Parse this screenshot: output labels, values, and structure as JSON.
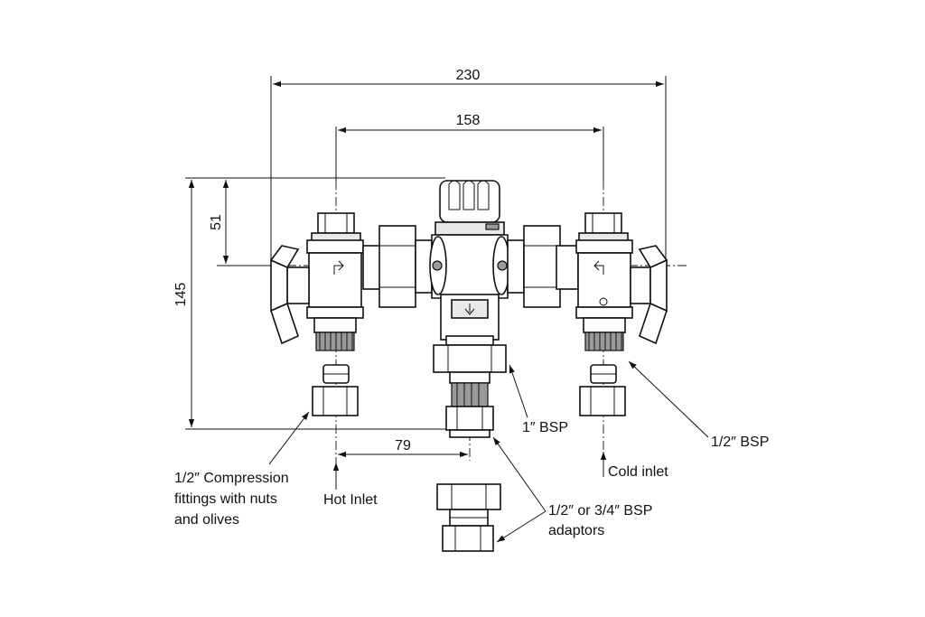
{
  "dimensions": {
    "overall_width": "230",
    "inlet_centres": "158",
    "height_to_centreline": "51",
    "overall_height": "145",
    "hot_inlet_to_outlet": "79"
  },
  "labels": {
    "one_inch_bsp": "1″ BSP",
    "half_inch_bsp": "1/2″ BSP",
    "cold_inlet": "Cold inlet",
    "hot_inlet": "Hot Inlet",
    "compression_line1": "1/2″ Compression",
    "compression_line2": "fittings with nuts",
    "compression_line3": "and olives",
    "adaptors_line1": "1/2″ or 3/4″ BSP",
    "adaptors_line2": "adaptors"
  }
}
